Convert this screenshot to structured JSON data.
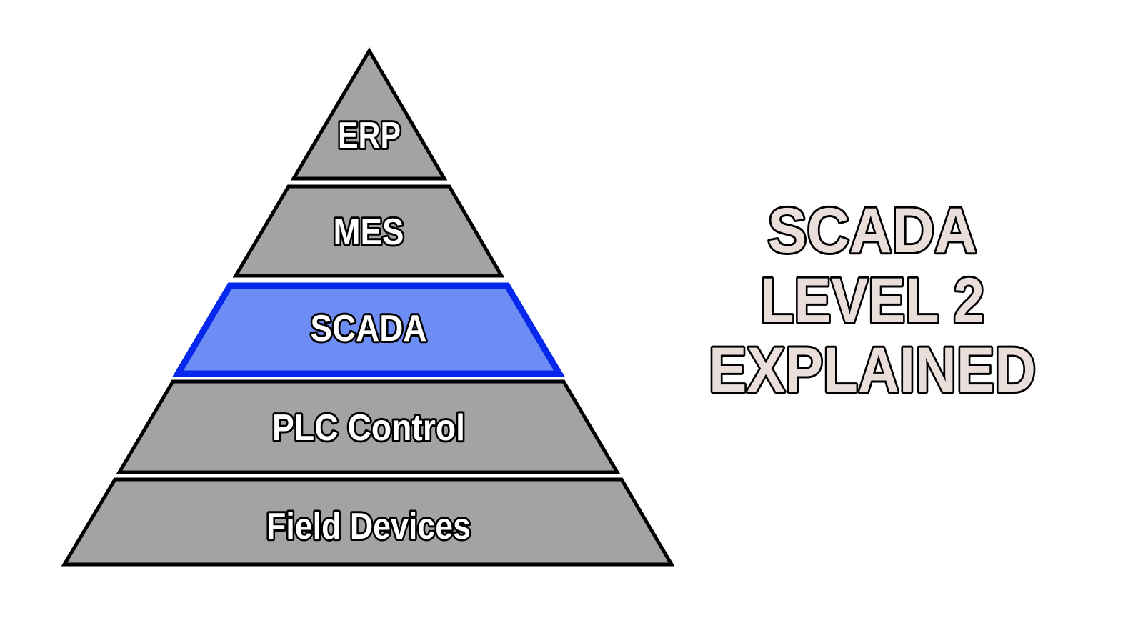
{
  "page": {
    "background_color": "#ffffff"
  },
  "pyramid": {
    "label_fill": "#ffffff",
    "label_outline": "#000000",
    "levels": [
      {
        "id": "erp",
        "label": "ERP",
        "fill": "#a3a3a3",
        "stroke": "#000000",
        "highlighted": false
      },
      {
        "id": "mes",
        "label": "MES",
        "fill": "#a3a3a3",
        "stroke": "#000000",
        "highlighted": false
      },
      {
        "id": "scada",
        "label": "SCADA",
        "fill": "#6d8df5",
        "stroke": "#0628ec",
        "highlighted": true
      },
      {
        "id": "plc",
        "label": "PLC Control",
        "fill": "#a3a3a3",
        "stroke": "#000000",
        "highlighted": false
      },
      {
        "id": "field",
        "label": "Field Devices",
        "fill": "#a3a3a3",
        "stroke": "#000000",
        "highlighted": false
      }
    ]
  },
  "title": {
    "lines": [
      "SCADA",
      "LEVEL 2",
      "EXPLAINED"
    ],
    "fill": "#eadedb",
    "outline": "#000000"
  }
}
